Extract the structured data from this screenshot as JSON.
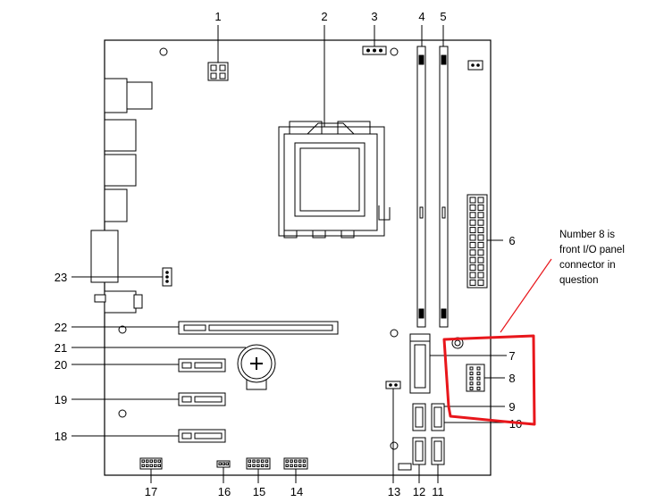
{
  "callouts": [
    {
      "id": "1",
      "label": "1"
    },
    {
      "id": "2",
      "label": "2"
    },
    {
      "id": "3",
      "label": "3"
    },
    {
      "id": "4",
      "label": "4"
    },
    {
      "id": "5",
      "label": "5"
    },
    {
      "id": "6",
      "label": "6"
    },
    {
      "id": "7",
      "label": "7"
    },
    {
      "id": "8",
      "label": "8"
    },
    {
      "id": "9",
      "label": "9"
    },
    {
      "id": "10",
      "label": "10"
    },
    {
      "id": "11",
      "label": "11"
    },
    {
      "id": "12",
      "label": "12"
    },
    {
      "id": "13",
      "label": "13"
    },
    {
      "id": "14",
      "label": "14"
    },
    {
      "id": "15",
      "label": "15"
    },
    {
      "id": "16",
      "label": "16"
    },
    {
      "id": "17",
      "label": "17"
    },
    {
      "id": "18",
      "label": "18"
    },
    {
      "id": "19",
      "label": "19"
    },
    {
      "id": "20",
      "label": "20"
    },
    {
      "id": "21",
      "label": "21"
    },
    {
      "id": "22",
      "label": "22"
    },
    {
      "id": "23",
      "label": "23"
    }
  ],
  "annotation": {
    "lines": [
      "Number 8 is",
      "front I/O panel",
      "connector in",
      "question"
    ],
    "color": "#e8161b"
  }
}
